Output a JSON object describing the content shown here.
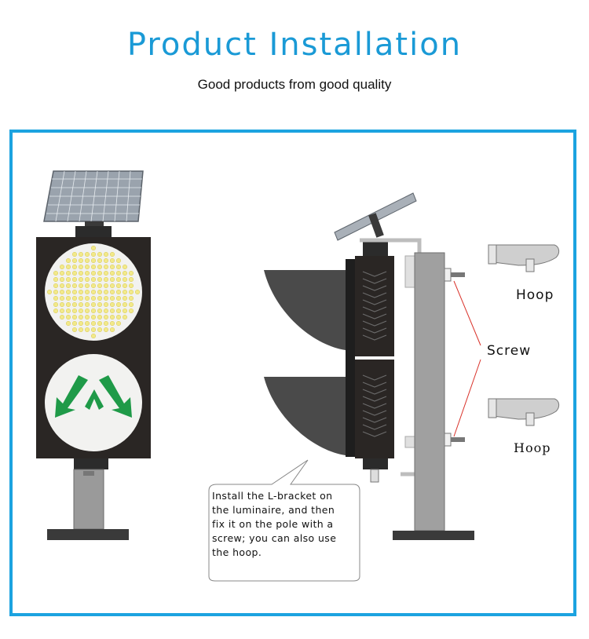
{
  "header": {
    "title": "Product Installation",
    "subtitle": "Good products from good quality"
  },
  "callout": {
    "text": "Install the L-bracket on\nthe luminaire, and then\nfix it on the pole with a\nscrew; you can also use\n the hoop."
  },
  "labels": {
    "hoop_top": "Hoop",
    "screw": "Screw",
    "hoop_bottom": "Hoop"
  },
  "colors": {
    "accent": "#1a9ad6",
    "frame": "#1ca3e0",
    "arrow_green": "#1f9a48",
    "lens_yellow": "#f2e98a",
    "screw_line": "#d9322a"
  }
}
